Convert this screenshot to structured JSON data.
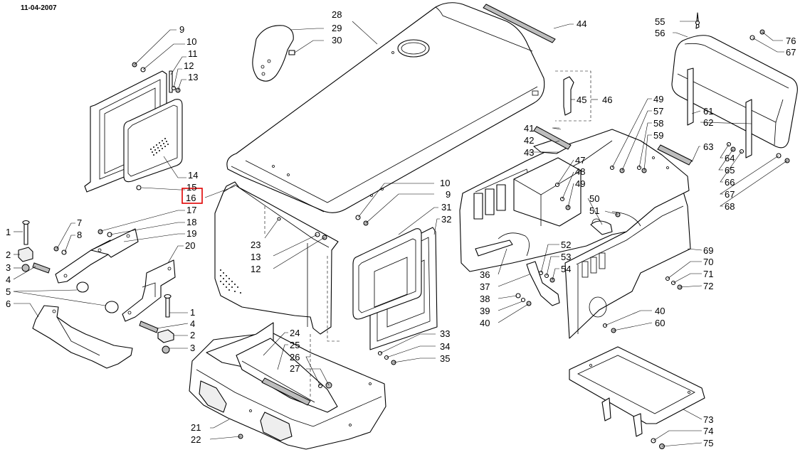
{
  "date": "11-04-2007",
  "highlighted_label": "16",
  "callouts": [
    {
      "id": "c9a",
      "text": "9"
    },
    {
      "id": "c10a",
      "text": "10"
    },
    {
      "id": "c11",
      "text": "11"
    },
    {
      "id": "c12a",
      "text": "12"
    },
    {
      "id": "c13a",
      "text": "13"
    },
    {
      "id": "c14",
      "text": "14"
    },
    {
      "id": "c15",
      "text": "15"
    },
    {
      "id": "c16",
      "text": "16"
    },
    {
      "id": "c17",
      "text": "17"
    },
    {
      "id": "c18",
      "text": "18"
    },
    {
      "id": "c19",
      "text": "19"
    },
    {
      "id": "c20",
      "text": "20"
    },
    {
      "id": "c7",
      "text": "7"
    },
    {
      "id": "c8",
      "text": "8"
    },
    {
      "id": "c1a",
      "text": "1"
    },
    {
      "id": "c2a",
      "text": "2"
    },
    {
      "id": "c3a",
      "text": "3"
    },
    {
      "id": "c4a",
      "text": "4"
    },
    {
      "id": "c5",
      "text": "5"
    },
    {
      "id": "c6",
      "text": "6"
    },
    {
      "id": "c1b",
      "text": "1"
    },
    {
      "id": "c4b",
      "text": "4"
    },
    {
      "id": "c2b",
      "text": "2"
    },
    {
      "id": "c3b",
      "text": "3"
    },
    {
      "id": "c28",
      "text": "28"
    },
    {
      "id": "c29",
      "text": "29"
    },
    {
      "id": "c30",
      "text": "30"
    },
    {
      "id": "c44",
      "text": "44"
    },
    {
      "id": "c45",
      "text": "45"
    },
    {
      "id": "c46",
      "text": "46"
    },
    {
      "id": "c23",
      "text": "23"
    },
    {
      "id": "c13b",
      "text": "13"
    },
    {
      "id": "c12b",
      "text": "12"
    },
    {
      "id": "c10b",
      "text": "10"
    },
    {
      "id": "c9b",
      "text": "9"
    },
    {
      "id": "c31",
      "text": "31"
    },
    {
      "id": "c32",
      "text": "32"
    },
    {
      "id": "c24",
      "text": "24"
    },
    {
      "id": "c25",
      "text": "25"
    },
    {
      "id": "c26",
      "text": "26"
    },
    {
      "id": "c27",
      "text": "27"
    },
    {
      "id": "c21",
      "text": "21"
    },
    {
      "id": "c22",
      "text": "22"
    },
    {
      "id": "c33",
      "text": "33"
    },
    {
      "id": "c34",
      "text": "34"
    },
    {
      "id": "c35",
      "text": "35"
    },
    {
      "id": "c41",
      "text": "41"
    },
    {
      "id": "c42",
      "text": "42"
    },
    {
      "id": "c43",
      "text": "43"
    },
    {
      "id": "c47",
      "text": "47"
    },
    {
      "id": "c48",
      "text": "48"
    },
    {
      "id": "c49a",
      "text": "49"
    },
    {
      "id": "c50",
      "text": "50"
    },
    {
      "id": "c51",
      "text": "51"
    },
    {
      "id": "c49b",
      "text": "49"
    },
    {
      "id": "c57",
      "text": "57"
    },
    {
      "id": "c58",
      "text": "58"
    },
    {
      "id": "c59",
      "text": "59"
    },
    {
      "id": "c36",
      "text": "36"
    },
    {
      "id": "c37",
      "text": "37"
    },
    {
      "id": "c38",
      "text": "38"
    },
    {
      "id": "c39",
      "text": "39"
    },
    {
      "id": "c40a",
      "text": "40"
    },
    {
      "id": "c52",
      "text": "52"
    },
    {
      "id": "c53",
      "text": "53"
    },
    {
      "id": "c54",
      "text": "54"
    },
    {
      "id": "c55",
      "text": "55"
    },
    {
      "id": "c56",
      "text": "56"
    },
    {
      "id": "c76",
      "text": "76"
    },
    {
      "id": "c67a",
      "text": "67"
    },
    {
      "id": "c61",
      "text": "61"
    },
    {
      "id": "c62",
      "text": "62"
    },
    {
      "id": "c63",
      "text": "63"
    },
    {
      "id": "c64",
      "text": "64"
    },
    {
      "id": "c65",
      "text": "65"
    },
    {
      "id": "c66",
      "text": "66"
    },
    {
      "id": "c67b",
      "text": "67"
    },
    {
      "id": "c68",
      "text": "68"
    },
    {
      "id": "c69",
      "text": "69"
    },
    {
      "id": "c70",
      "text": "70"
    },
    {
      "id": "c71",
      "text": "71"
    },
    {
      "id": "c72",
      "text": "72"
    },
    {
      "id": "c40b",
      "text": "40"
    },
    {
      "id": "c60",
      "text": "60"
    },
    {
      "id": "c73",
      "text": "73"
    },
    {
      "id": "c74",
      "text": "74"
    },
    {
      "id": "c75",
      "text": "75"
    }
  ]
}
